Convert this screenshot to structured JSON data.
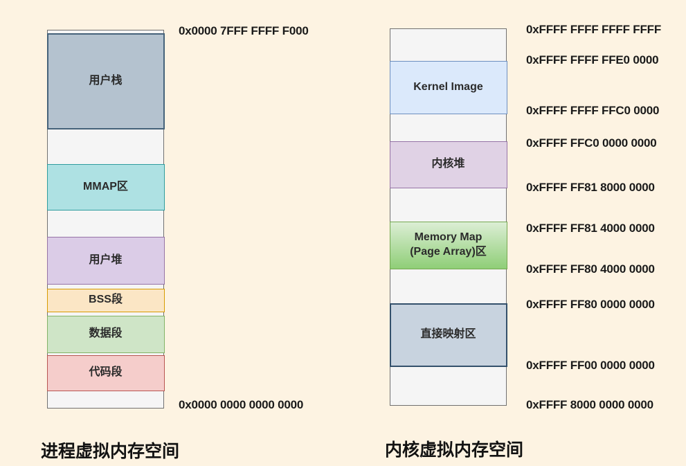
{
  "background_color": "#FDF3E2",
  "process_diagram": {
    "title": "进程虚拟内存空间",
    "top_address": "0x0000 7FFF FFFF F000",
    "bottom_address": "0x0000 0000 0000 0000",
    "blocks": [
      {
        "label": "用户栈",
        "fill": "#B4C2CF",
        "stroke": "#45627A"
      },
      {
        "label": "MMAP区",
        "fill": "#AEE1E3",
        "stroke": "#2E9C9E"
      },
      {
        "label": "用户堆",
        "fill": "#DBCCE7",
        "stroke": "#9673A6"
      },
      {
        "label": "BSS段",
        "fill": "#FBE6C5",
        "stroke": "#D79B00"
      },
      {
        "label": "数据段",
        "fill": "#CFE5C7",
        "stroke": "#82B366"
      },
      {
        "label": "代码段",
        "fill": "#F5CDCB",
        "stroke": "#B85450"
      }
    ]
  },
  "kernel_diagram": {
    "title": "内核虚拟内存空间",
    "blocks": [
      {
        "label": "Kernel Image",
        "fill": "#DBE9FB",
        "stroke": "#6C8EBF"
      },
      {
        "label": "内核堆",
        "fill": "#E0D2E5",
        "stroke": "#9673A6"
      },
      {
        "label": "Memory Map",
        "label2": "(Page Array)区",
        "fill_top": "#DCEED5",
        "fill_bottom": "#8FCE77",
        "stroke": "#74A84F"
      },
      {
        "label": "直接映射区",
        "fill": "#C8D3DF",
        "stroke": "#33506B"
      }
    ],
    "addresses": [
      "0xFFFF FFFF FFFF FFFF",
      "0xFFFF FFFF FFE0 0000",
      "0xFFFF FFFF FFC0 0000",
      "0xFFFF FFC0 0000 0000",
      "0xFFFF FF81 8000 0000",
      "0xFFFF FF81 4000 0000",
      "0xFFFF FF80 4000 0000",
      "0xFFFF FF80 0000 0000",
      "0xFFFF FF00 0000 0000",
      "0xFFFF 8000 0000 0000"
    ]
  }
}
